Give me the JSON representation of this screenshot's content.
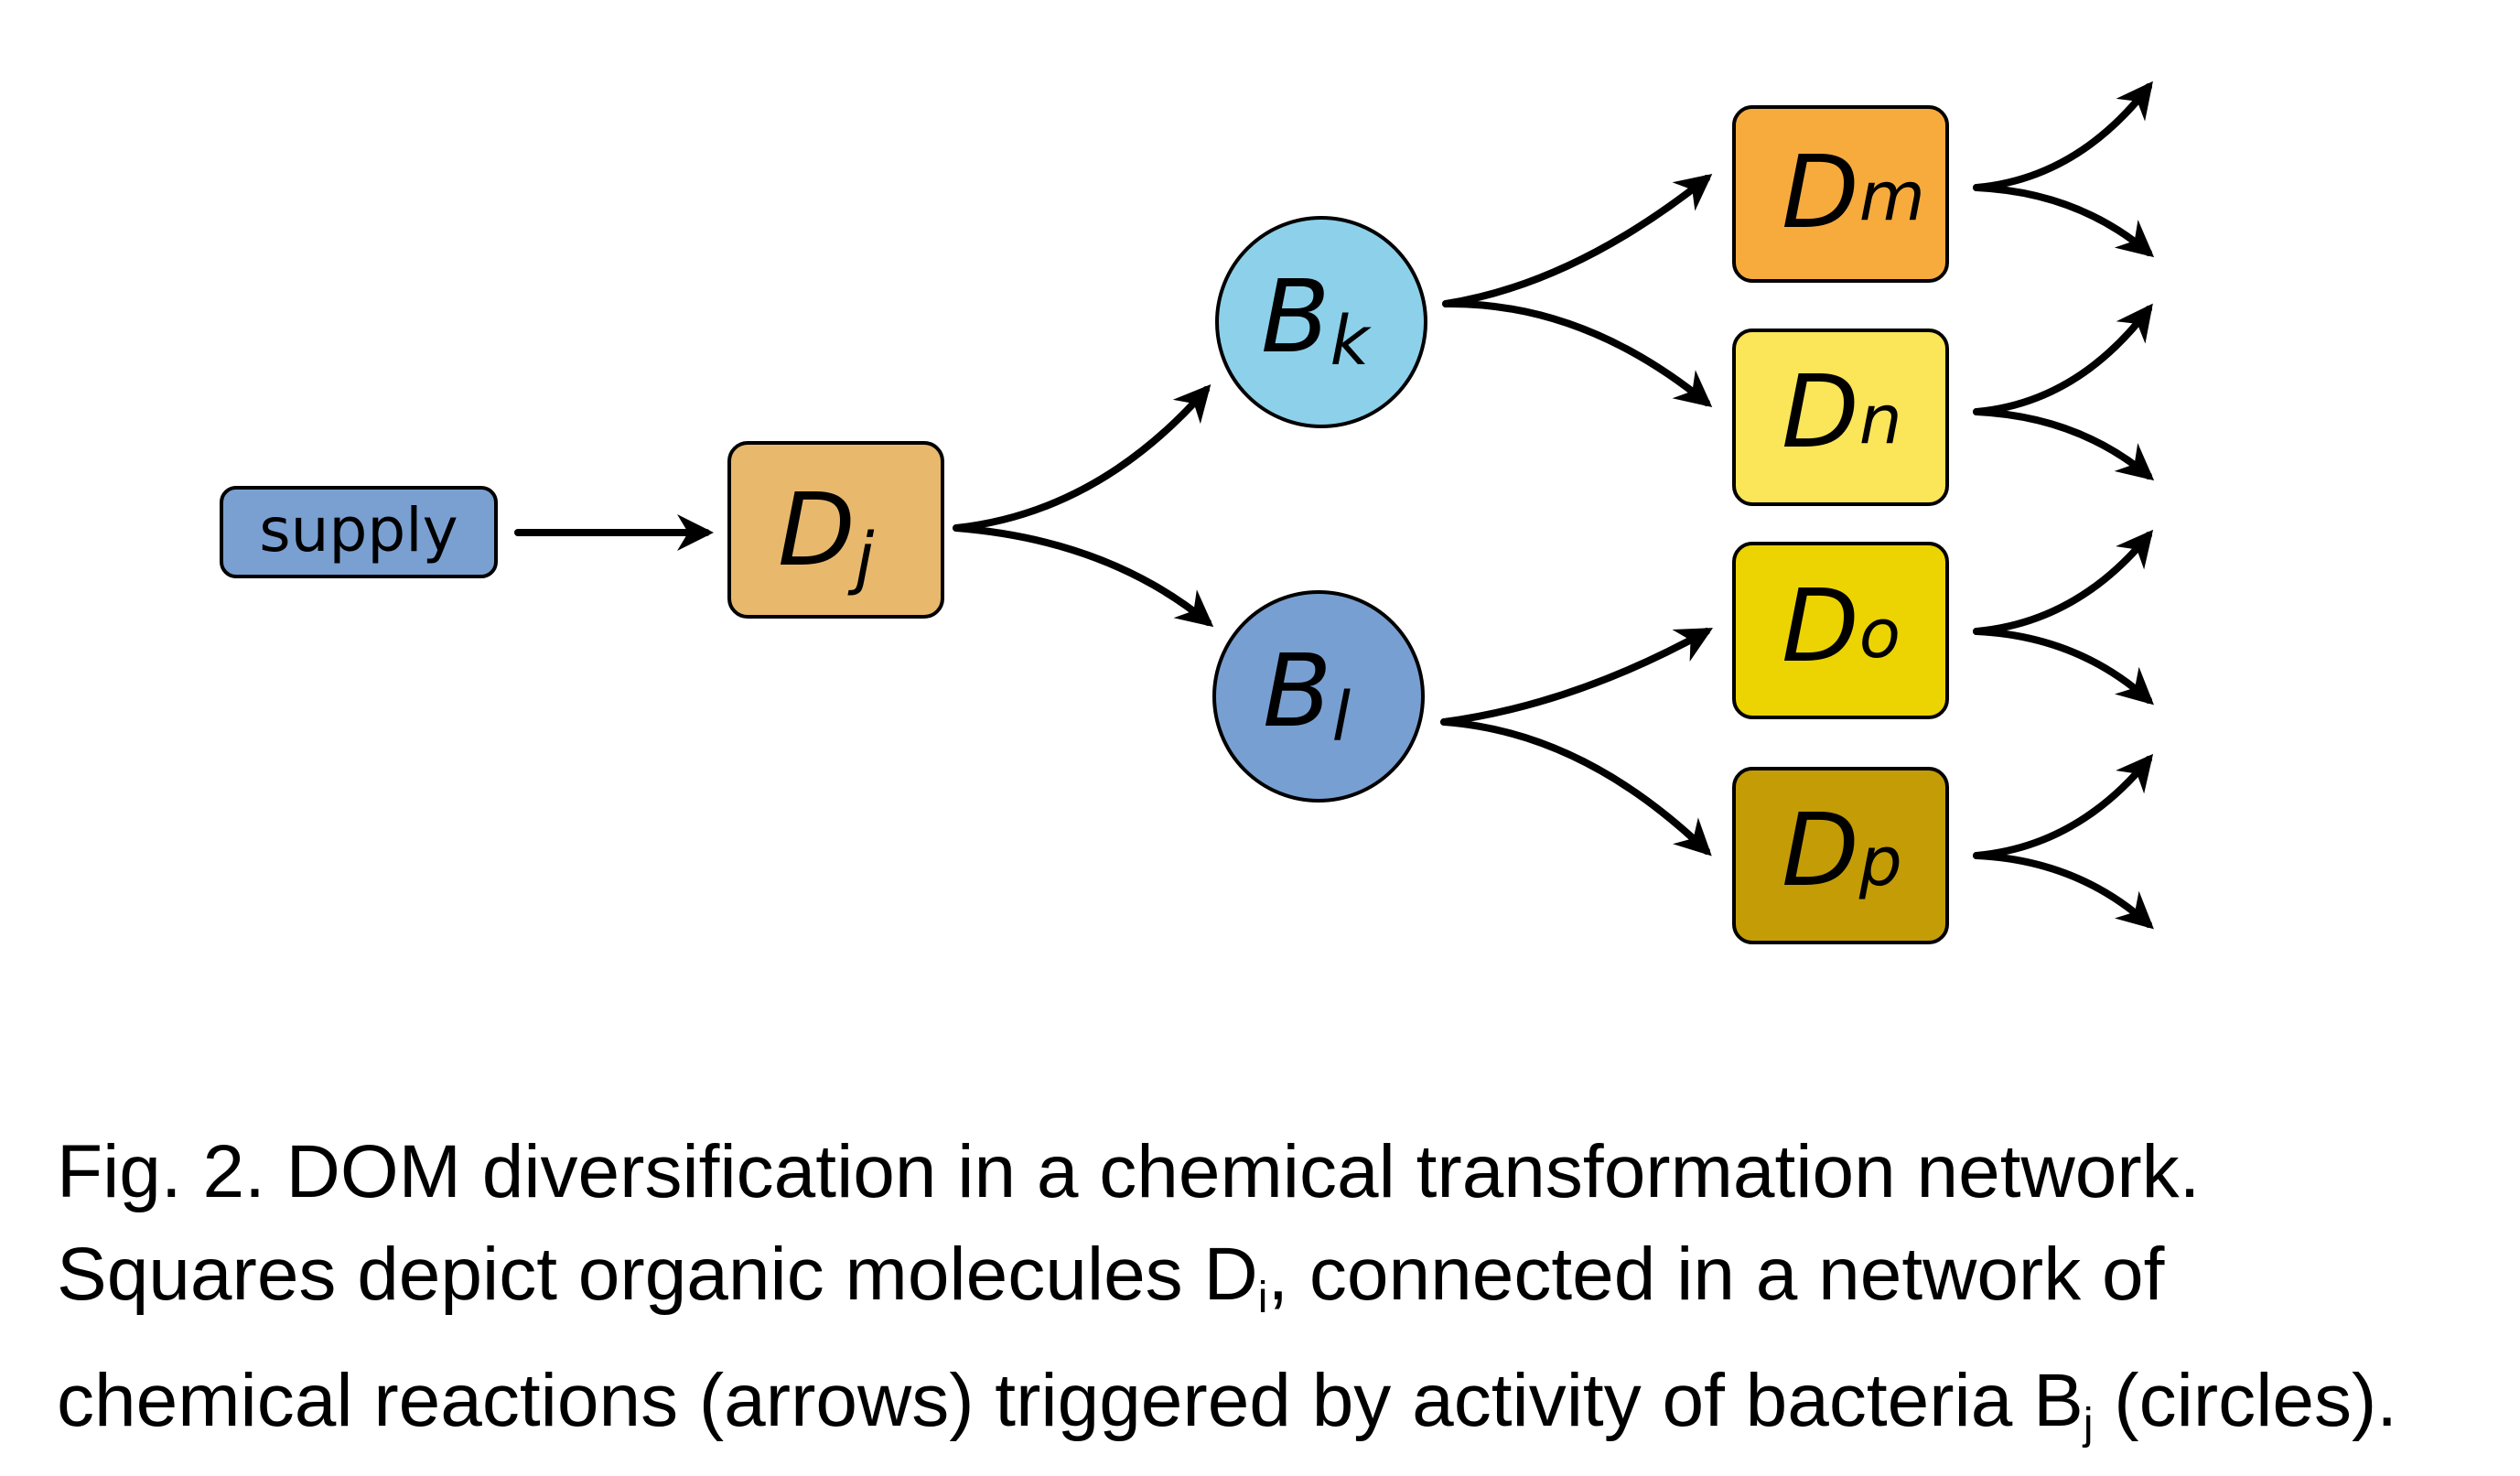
{
  "nodes": {
    "supply": {
      "label": "supply",
      "color": "#7aa0d2"
    },
    "dj": {
      "main": "D",
      "sub": "j",
      "color": "#e8b86d"
    },
    "bk": {
      "main": "B",
      "sub": "k",
      "color": "#8dd0ea"
    },
    "bl": {
      "main": "B",
      "sub": "l",
      "color": "#789fd1"
    },
    "dm": {
      "main": "D",
      "sub": "m",
      "color": "#f7ab3d"
    },
    "dn": {
      "main": "D",
      "sub": "n",
      "color": "#fbe558"
    },
    "do": {
      "main": "D",
      "sub": "o",
      "color": "#ecd302"
    },
    "dp": {
      "main": "D",
      "sub": "p",
      "color": "#c49c06"
    }
  },
  "caption": {
    "line1": "Fig. 2.  DOM diversification in a chemical transformation network.",
    "line2_a": "Squares depict organic molecules D",
    "line2_sub": "i",
    "line2_b": ", connected in a network of",
    "line3_a": "chemical reactions (arrows) triggered by activity of bacteria B",
    "line3_sub": "j",
    "line3_b": " (circles)."
  }
}
